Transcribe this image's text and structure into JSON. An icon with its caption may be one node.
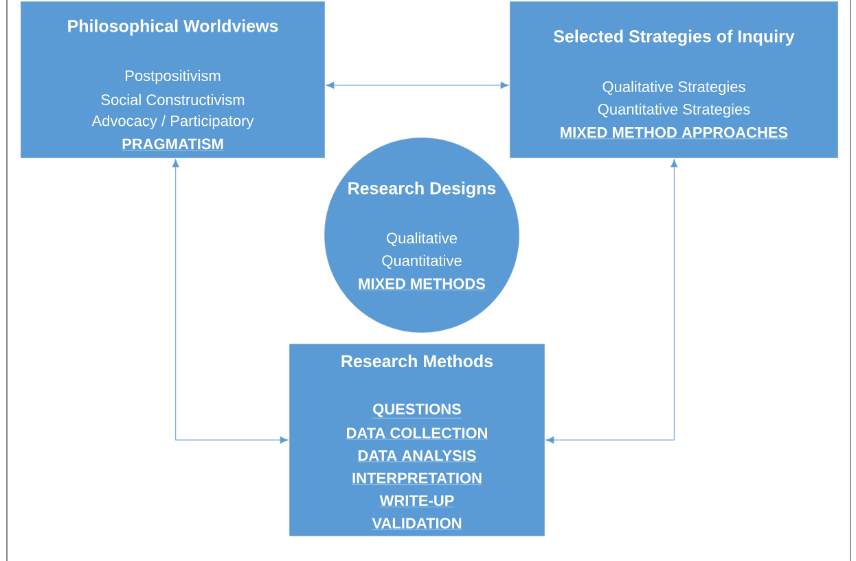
{
  "diagram": {
    "nodes": [
      {
        "text": [
          "Philosophical Worldviews",
          "Postpositivism",
          "Social Constructivism",
          "Advocacy / Participatory",
          "PRAGMATISM"
        ]
      },
      {
        "text": [
          "Selected Strategies of Inquiry",
          "Qualitative Strategies",
          "Quantitative Strategies",
          "MIXED METHOD APPROACHES"
        ]
      },
      {
        "text": [
          "Research Designs",
          "Qualitative",
          "Quantitative",
          "MIXED METHODS"
        ]
      },
      {
        "text": [
          "Research Methods",
          "QUESTIONS",
          "DATA COLLECTION",
          "DATA ANALYSIS",
          "INTERPRETATION",
          "WRITE-UP",
          "VALIDATION"
        ]
      }
    ],
    "edges": [
      {
        "from": 0,
        "to": 1,
        "arrow": "both"
      },
      {
        "from": 0,
        "to": 3,
        "arrow": "both"
      },
      {
        "from": 1,
        "to": 3,
        "arrow": "both"
      }
    ]
  }
}
